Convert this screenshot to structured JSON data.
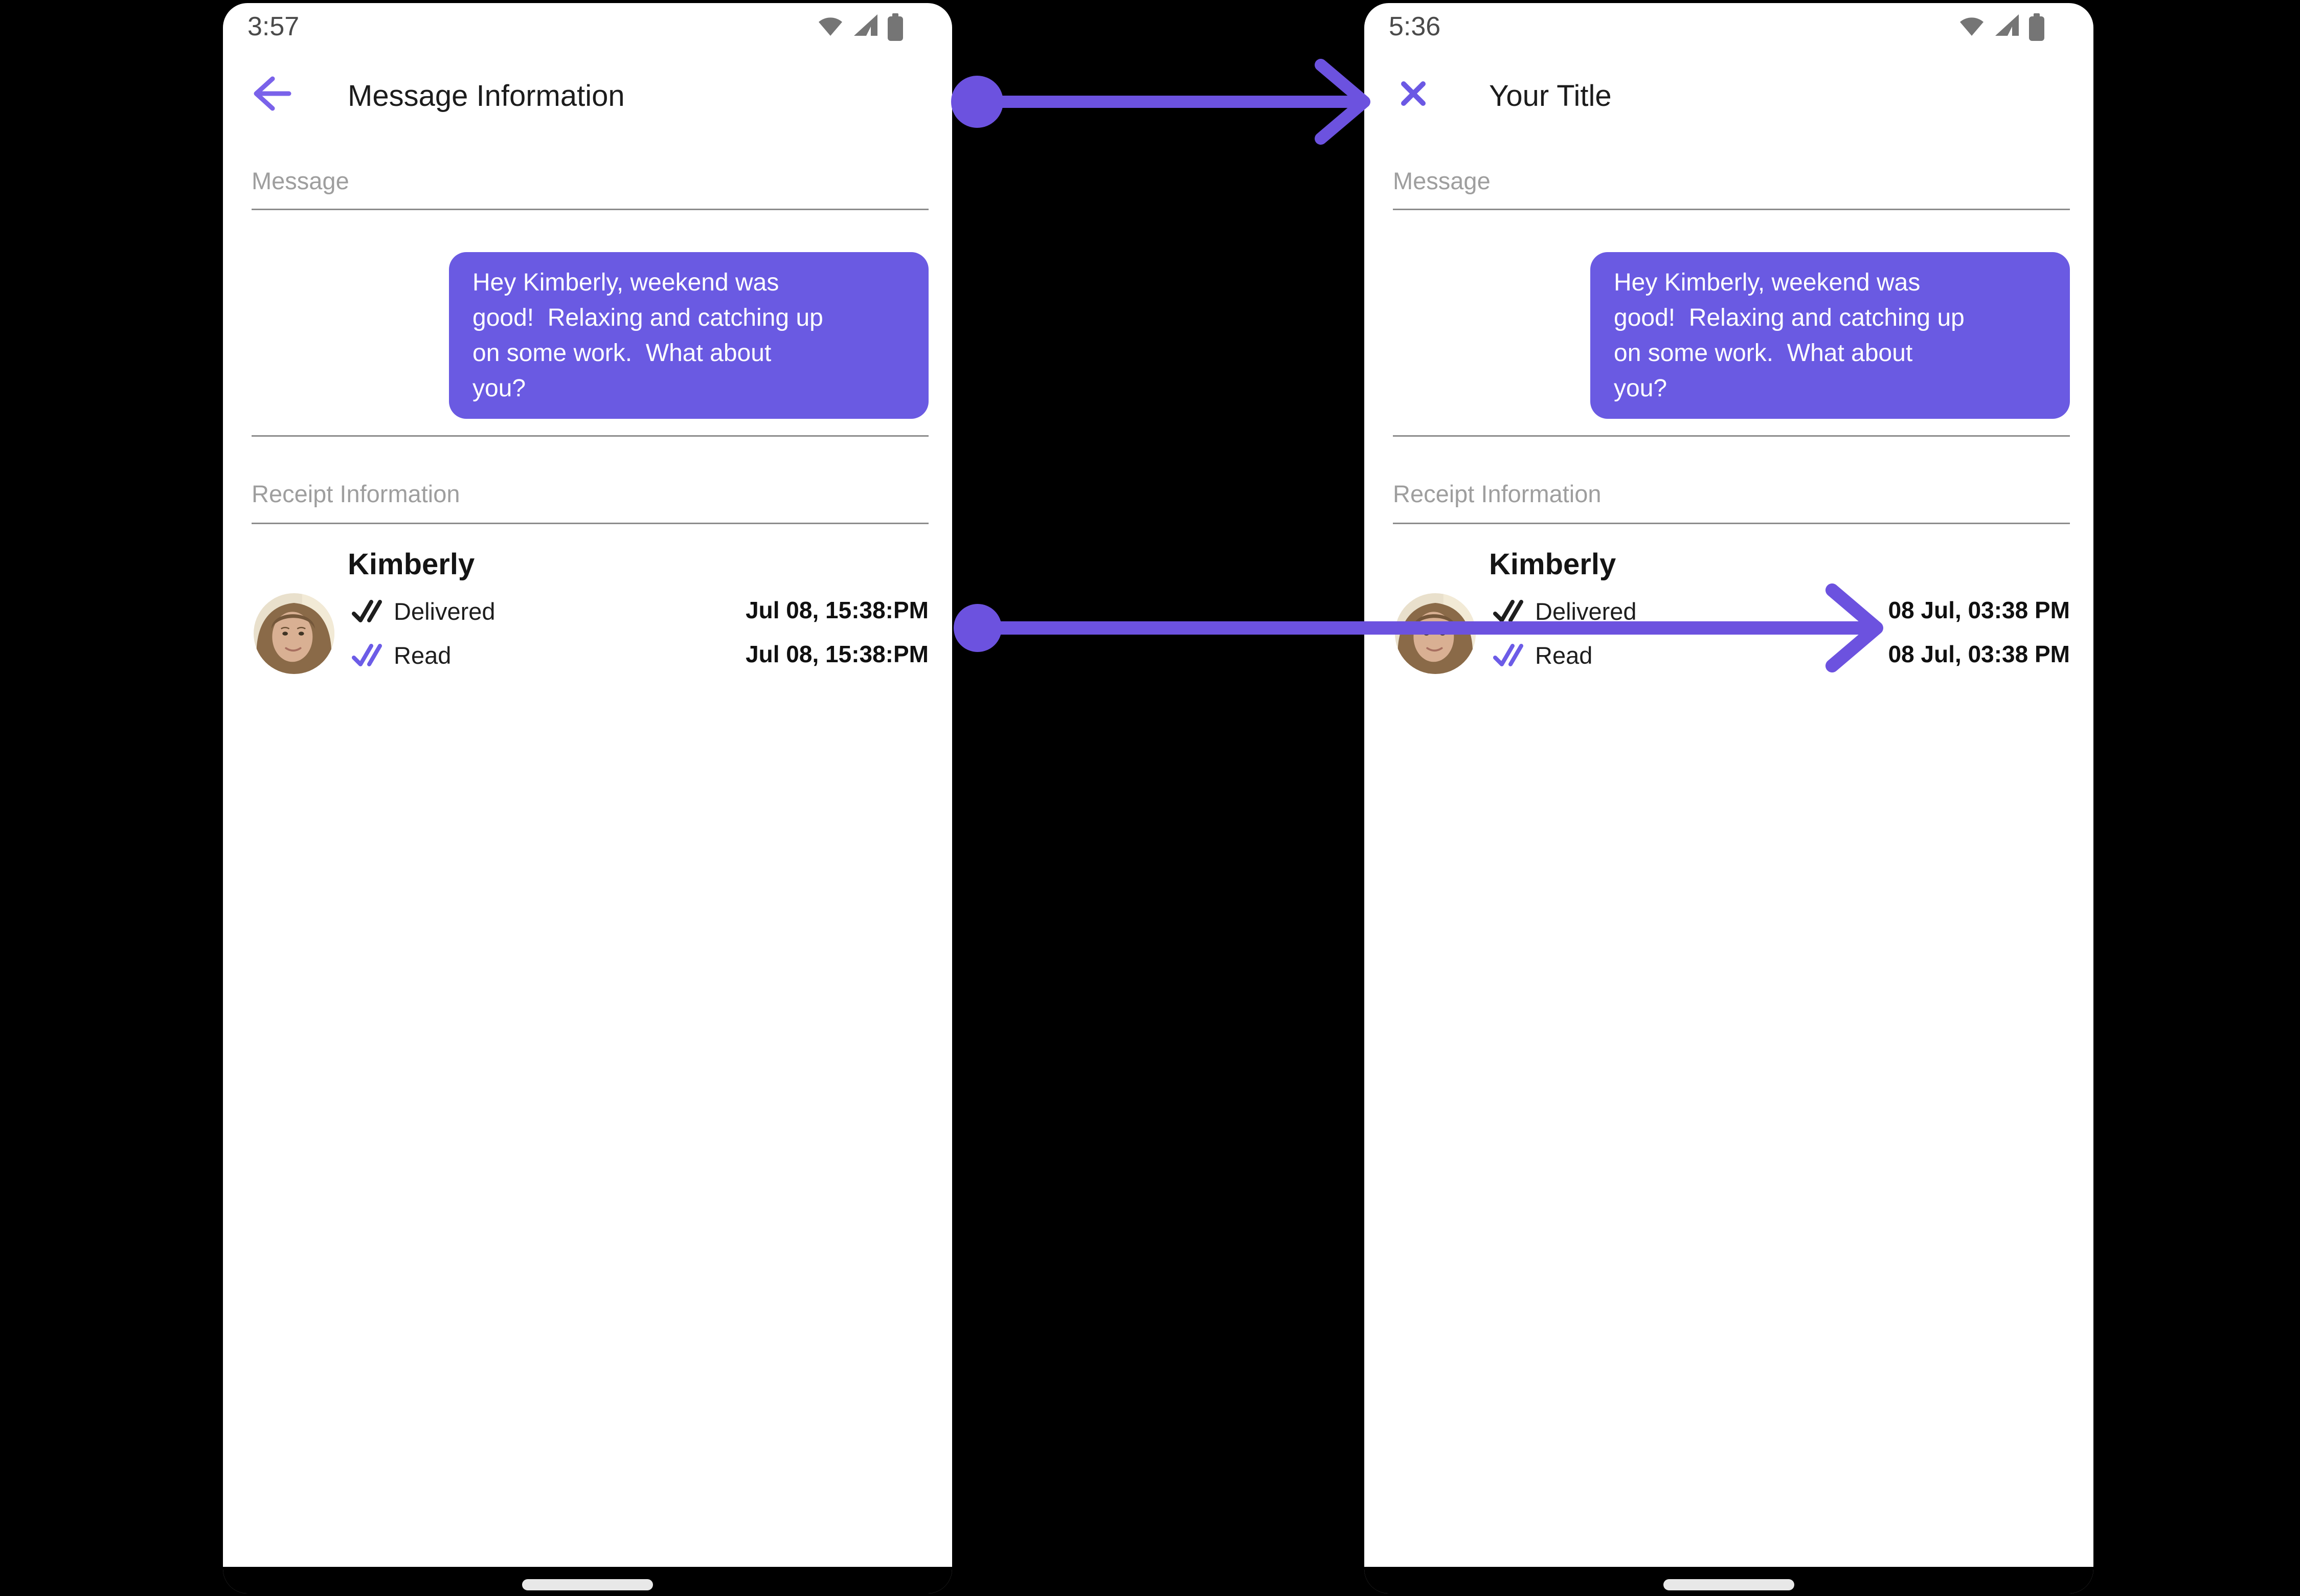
{
  "colors": {
    "page_background": "#000000",
    "phone_background": "#FFFFFF",
    "bubble_purple": "#6A5AE2",
    "arrow_purple": "#6C52DF",
    "icon_purple": "#7A62EA",
    "read_check_purple": "#6C5CE7",
    "delivered_check_black": "#1E1E1E",
    "section_label_gray": "#9E9E9E",
    "divider_gray": "#8C8C8C",
    "status_icon_gray": "#757575",
    "home_pill_gray": "#E8E8E8"
  },
  "arrows": [
    {
      "name": "header-transform-arrow",
      "style": "circle-tail chevron-head"
    },
    {
      "name": "timestamp-transform-arrow",
      "style": "circle-tail chevron-head"
    }
  ],
  "left_phone": {
    "status_bar": {
      "time": "3:57",
      "icons": [
        "wifi-icon",
        "signal-icon",
        "battery-icon"
      ]
    },
    "header": {
      "icon": "back-arrow-icon",
      "title": "Message Information"
    },
    "message_section": {
      "label": "Message",
      "bubble_text": "Hey Kimberly, weekend was\ngood!  Relaxing and catching up\non some work.  What about\nyou?"
    },
    "receipt_section": {
      "label": "Receipt Information",
      "contact_name": "Kimberly",
      "rows": [
        {
          "icon": "double-check-icon",
          "status": "Delivered",
          "timestamp": "Jul 08, 15:38:PM"
        },
        {
          "icon": "double-check-icon",
          "status": "Read",
          "timestamp": "Jul 08, 15:38:PM"
        }
      ]
    }
  },
  "right_phone": {
    "status_bar": {
      "time": "5:36",
      "icons": [
        "wifi-icon",
        "signal-icon",
        "battery-icon"
      ]
    },
    "header": {
      "icon": "close-icon",
      "title": "Your Title"
    },
    "message_section": {
      "label": "Message",
      "bubble_text": "Hey Kimberly, weekend was\ngood!  Relaxing and catching up\non some work.  What about\nyou?"
    },
    "receipt_section": {
      "label": "Receipt Information",
      "contact_name": "Kimberly",
      "rows": [
        {
          "icon": "double-check-icon",
          "status": "Delivered",
          "timestamp": "08 Jul, 03:38 PM"
        },
        {
          "icon": "double-check-icon",
          "status": "Read",
          "timestamp": "08 Jul, 03:38 PM"
        }
      ]
    }
  }
}
